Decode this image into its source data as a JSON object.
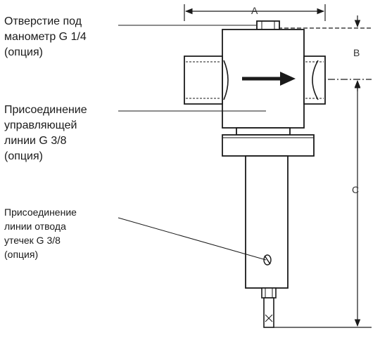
{
  "callouts": {
    "gauge": {
      "line1": "Отверстие под",
      "line2": "манометр G 1/4",
      "line3": "(опция)"
    },
    "control": {
      "line1": "Присоединение",
      "line2": "управляющей",
      "line3": "линии G 3/8",
      "line4": "(опция)"
    },
    "leak": {
      "line1": "Присоединение",
      "line2": "линии отвода",
      "line3": "утечек G 3/8",
      "line4": "(опция)"
    }
  },
  "dimensions": {
    "a": "A",
    "b": "B",
    "c": "C"
  },
  "colors": {
    "stroke": "#1a1a1a",
    "text": "#1a1a1a"
  }
}
